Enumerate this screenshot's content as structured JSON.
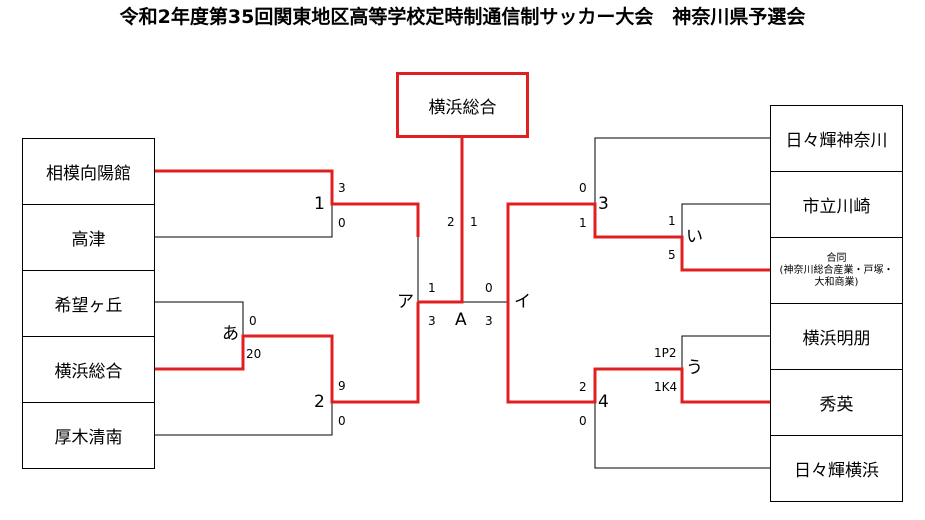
{
  "title": "令和2年度第35回関東地区高等学校定時制通信制サッカー大会　神奈川県予選会",
  "champion": "横浜総合",
  "left_teams": [
    "相模向陽館",
    "高津",
    "希望ヶ丘",
    "横浜総合",
    "厚木清南"
  ],
  "right_teams": [
    {
      "lines": [
        "日々輝神奈川"
      ]
    },
    {
      "lines": [
        "市立川崎"
      ]
    },
    {
      "lines": [
        "合同",
        "(神奈川総合産業・戸塚・",
        "大和商業)"
      ]
    },
    {
      "lines": [
        "横浜明朋"
      ]
    },
    {
      "lines": [
        "秀英"
      ]
    },
    {
      "lines": [
        "日々輝横浜"
      ]
    }
  ],
  "match_labels": {
    "m1": "1",
    "m2": "2",
    "m3": "3",
    "m4": "4",
    "a": "あ",
    "i": "い",
    "u": "う",
    "A": "ア",
    "I": "イ",
    "final": "A"
  },
  "scores": {
    "m1_top": "3",
    "m1_bottom": "0",
    "a_top": "0",
    "a_bottom": "20",
    "m2_top": "9",
    "m2_bottom": "0",
    "semiA_top": "1",
    "semiA_bottom": "3",
    "final_left": "2",
    "final_right": "1",
    "semiI_top": "0",
    "semiI_bottom": "3",
    "m3_top": "0",
    "m3_bottom": "1",
    "i_top": "1",
    "i_bottom": "5",
    "u_top": "1P2",
    "u_bottom": "1K4",
    "m4_top": "2",
    "m4_bottom": "0"
  },
  "colors": {
    "winner_line": "#e02020",
    "line": "#000000"
  }
}
